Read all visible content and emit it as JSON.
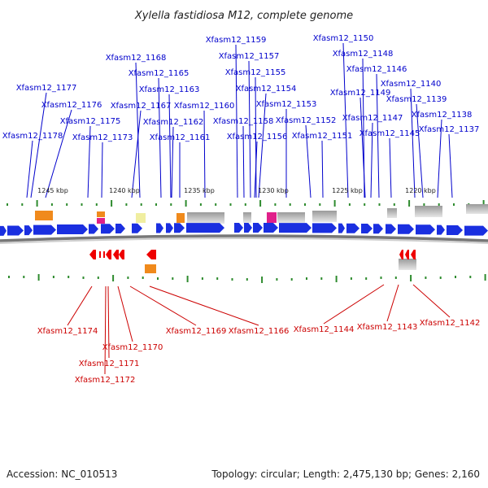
{
  "title": "Xylella fastidiosa M12, complete genome",
  "footer": {
    "accession": "Accession: NC_010513",
    "stats": "Topology: circular; Length: 2,475,130 bp; Genes: 2,160"
  },
  "colors": {
    "forward_label": "#0000cc",
    "reverse_label": "#cc0000",
    "gene_forward": "#1a2fe0",
    "gene_reverse": "#ee0000",
    "backbone": "#888888",
    "tick": "#2e8b2e",
    "orange": "#f08a1c",
    "magenta": "#e0208a",
    "yellow": "#f0eea0",
    "gray": "#bdbdbd"
  },
  "scale_labels": [
    "1245 kbp",
    "1240 kbp",
    "1235 kbp",
    "1230 kbp",
    "1225 kbp",
    "1220 kbp"
  ],
  "top_labels": [
    "Xfasm12_1159",
    "Xfasm12_1150",
    "Xfasm12_1168",
    "Xfasm12_1157",
    "Xfasm12_1148",
    "Xfasm12_1165",
    "Xfasm12_1155",
    "Xfasm12_1146",
    "Xfasm12_1177",
    "Xfasm12_1163",
    "Xfasm12_1154",
    "Xfasm12_1140",
    "Xfasm12_1149",
    "Xfasm12_1176",
    "Xfasm12_1167",
    "Xfasm12_1160",
    "Xfasm12_1153",
    "Xfasm12_1139",
    "Xfasm12_1175",
    "Xfasm12_1162",
    "Xfasm12_1158",
    "Xfasm12_1152",
    "Xfasm12_1147",
    "Xfasm12_1138",
    "Xfasm12_1178",
    "Xfasm12_1173",
    "Xfasm12_1161",
    "Xfasm12_1156",
    "Xfasm12_1151",
    "Xfasm12_1145",
    "Xfasm12_1137"
  ],
  "bottom_labels": [
    "Xfasm12_1174",
    "Xfasm12_1169",
    "Xfasm12_1166",
    "Xfasm12_1144",
    "Xfasm12_1143",
    "Xfasm12_1142",
    "Xfasm12_1170",
    "Xfasm12_1171",
    "Xfasm12_1172"
  ]
}
